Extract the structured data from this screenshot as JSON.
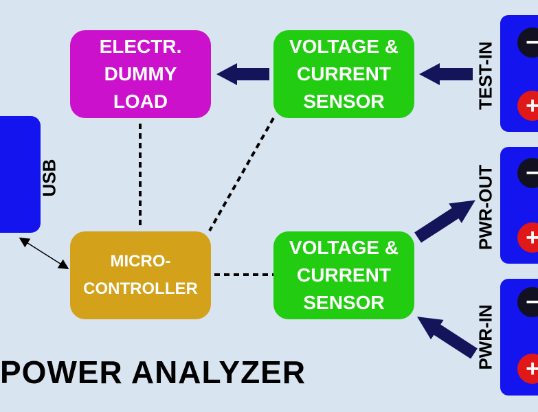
{
  "title": "POWER ANALYZER",
  "blocks": {
    "dummy_load": "ELECTR.\nDUMMY\nLOAD",
    "sensor_top": "VOLTAGE &\nCURRENT\nSENSOR",
    "sensor_bottom": "VOLTAGE &\nCURRENT\nSENSOR",
    "microcontroller": "MICRO-\nCONTROLLER",
    "usb": "USB"
  },
  "ports": [
    {
      "label": "TEST-IN",
      "neg": "−",
      "pos": "+"
    },
    {
      "label": "PWR-OUT",
      "neg": "−",
      "pos": "+"
    },
    {
      "label": "PWR-IN",
      "neg": "−",
      "pos": "+"
    }
  ],
  "colors": {
    "background": "#d9e4f1",
    "dummy_load": "#cc11cc",
    "sensor": "#22cc11",
    "microcontroller": "#d4a11a",
    "port": "#1414ee",
    "arrow": "#14145a",
    "terminal_negative": "#111122",
    "terminal_positive": "#e01818"
  }
}
